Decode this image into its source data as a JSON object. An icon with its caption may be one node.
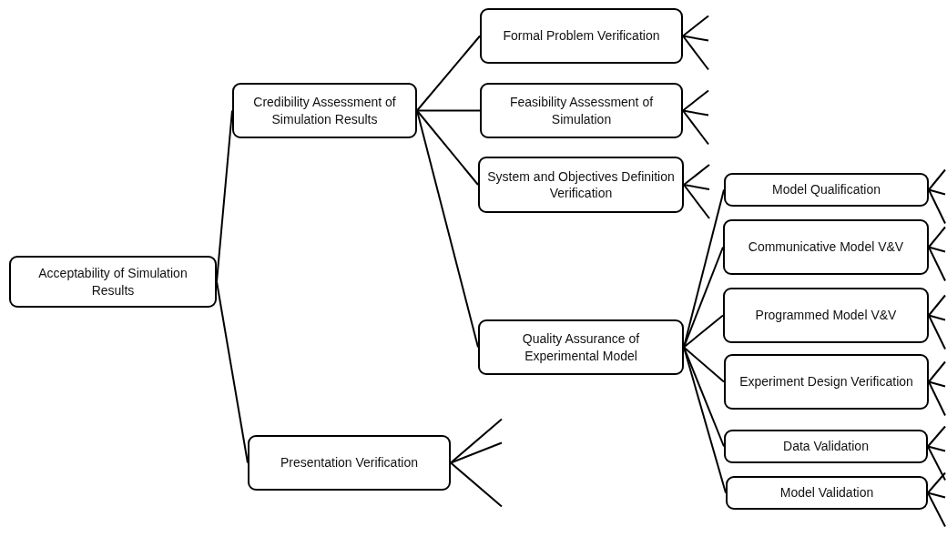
{
  "diagram": {
    "nodes": [
      {
        "text": [
          "Acceptability of Simulation Results"
        ]
      },
      {
        "text": [
          "Credibility Assessment of Simulation Results"
        ]
      },
      {
        "text": [
          "Formal Problem Verification"
        ]
      },
      {
        "text": [
          "Feasibility Assessment of Simulation"
        ]
      },
      {
        "text": [
          "System and Objectives Definition Verification"
        ]
      },
      {
        "text": [
          "Quality Assurance of Experimental Model"
        ]
      },
      {
        "text": [
          "Model Qualification"
        ]
      },
      {
        "text": [
          "Communicative Model V&V"
        ]
      },
      {
        "text": [
          "Programmed Model V&V"
        ]
      },
      {
        "text": [
          "Experiment Design Verification"
        ]
      },
      {
        "text": [
          "Data Validation"
        ]
      },
      {
        "text": [
          "Model Validation"
        ]
      },
      {
        "text": [
          "Presentation Verification"
        ]
      }
    ],
    "edges": [
      {
        "from": 0,
        "to": 1,
        "arrow": "none"
      },
      {
        "from": 0,
        "to": 12,
        "arrow": "none"
      },
      {
        "from": 1,
        "to": 2,
        "arrow": "none"
      },
      {
        "from": 1,
        "to": 3,
        "arrow": "none"
      },
      {
        "from": 1,
        "to": 4,
        "arrow": "none"
      },
      {
        "from": 1,
        "to": 5,
        "arrow": "none"
      },
      {
        "from": 5,
        "to": 6,
        "arrow": "none"
      },
      {
        "from": 5,
        "to": 7,
        "arrow": "none"
      },
      {
        "from": 5,
        "to": 8,
        "arrow": "none"
      },
      {
        "from": 5,
        "to": 9,
        "arrow": "none"
      },
      {
        "from": 5,
        "to": 10,
        "arrow": "none"
      },
      {
        "from": 5,
        "to": 11,
        "arrow": "none"
      },
      {
        "from": 2,
        "to": null,
        "arrow": "none"
      },
      {
        "from": 2,
        "to": null,
        "arrow": "none"
      },
      {
        "from": 2,
        "to": null,
        "arrow": "none"
      },
      {
        "from": 3,
        "to": null,
        "arrow": "none"
      },
      {
        "from": 3,
        "to": null,
        "arrow": "none"
      },
      {
        "from": 3,
        "to": null,
        "arrow": "none"
      },
      {
        "from": 4,
        "to": null,
        "arrow": "none"
      },
      {
        "from": 4,
        "to": null,
        "arrow": "none"
      },
      {
        "from": 4,
        "to": null,
        "arrow": "none"
      },
      {
        "from": 6,
        "to": null,
        "arrow": "none"
      },
      {
        "from": 6,
        "to": null,
        "arrow": "none"
      },
      {
        "from": 6,
        "to": null,
        "arrow": "none"
      },
      {
        "from": 7,
        "to": null,
        "arrow": "none"
      },
      {
        "from": 7,
        "to": null,
        "arrow": "none"
      },
      {
        "from": 7,
        "to": null,
        "arrow": "none"
      },
      {
        "from": 8,
        "to": null,
        "arrow": "none"
      },
      {
        "from": 8,
        "to": null,
        "arrow": "none"
      },
      {
        "from": 8,
        "to": null,
        "arrow": "none"
      },
      {
        "from": 9,
        "to": null,
        "arrow": "none"
      },
      {
        "from": 9,
        "to": null,
        "arrow": "none"
      },
      {
        "from": 9,
        "to": null,
        "arrow": "none"
      },
      {
        "from": 10,
        "to": null,
        "arrow": "none"
      },
      {
        "from": 10,
        "to": null,
        "arrow": "none"
      },
      {
        "from": 10,
        "to": null,
        "arrow": "none"
      },
      {
        "from": 11,
        "to": null,
        "arrow": "none"
      },
      {
        "from": 11,
        "to": null,
        "arrow": "none"
      },
      {
        "from": 11,
        "to": null,
        "arrow": "none"
      },
      {
        "from": 12,
        "to": null,
        "arrow": "none"
      },
      {
        "from": 12,
        "to": null,
        "arrow": "none"
      },
      {
        "from": 12,
        "to": null,
        "arrow": "none"
      }
    ]
  }
}
